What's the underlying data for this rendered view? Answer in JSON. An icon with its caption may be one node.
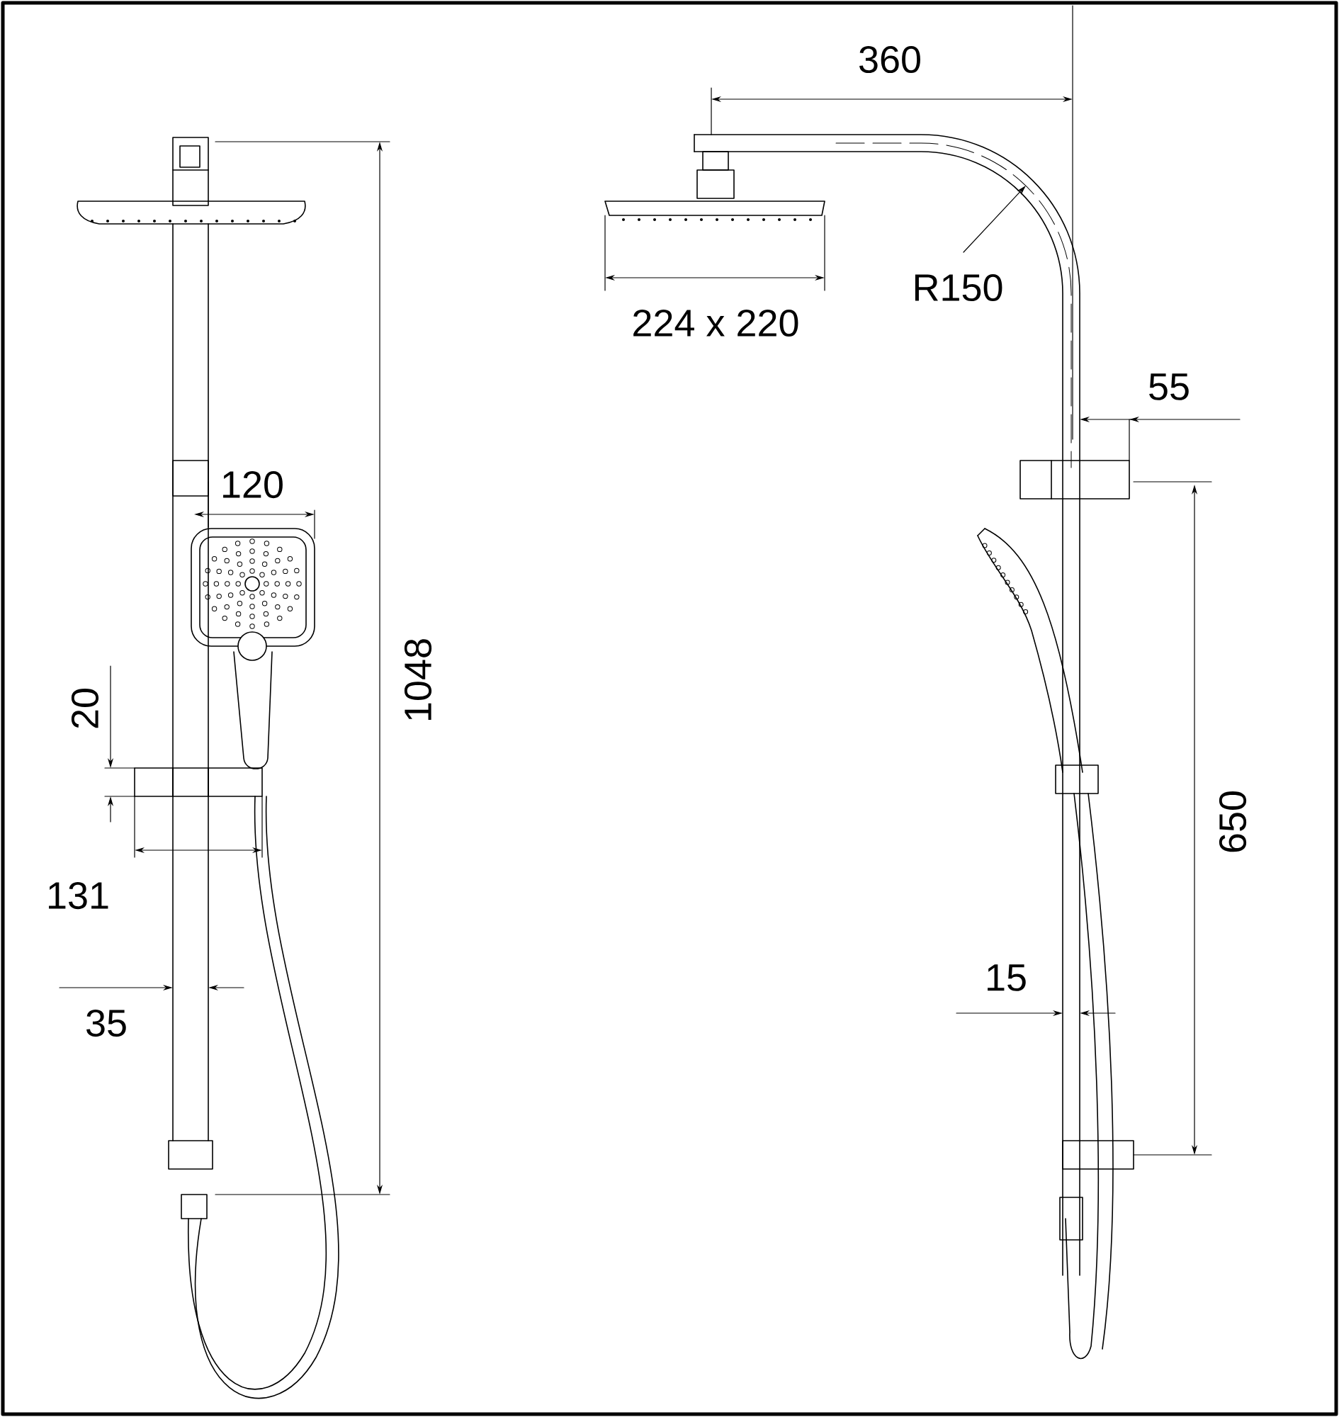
{
  "diagram": {
    "labels": [
      "360",
      "R150",
      "224 x 220",
      "55",
      "120",
      "1048",
      "20",
      "650",
      "131",
      "15",
      "35"
    ]
  }
}
